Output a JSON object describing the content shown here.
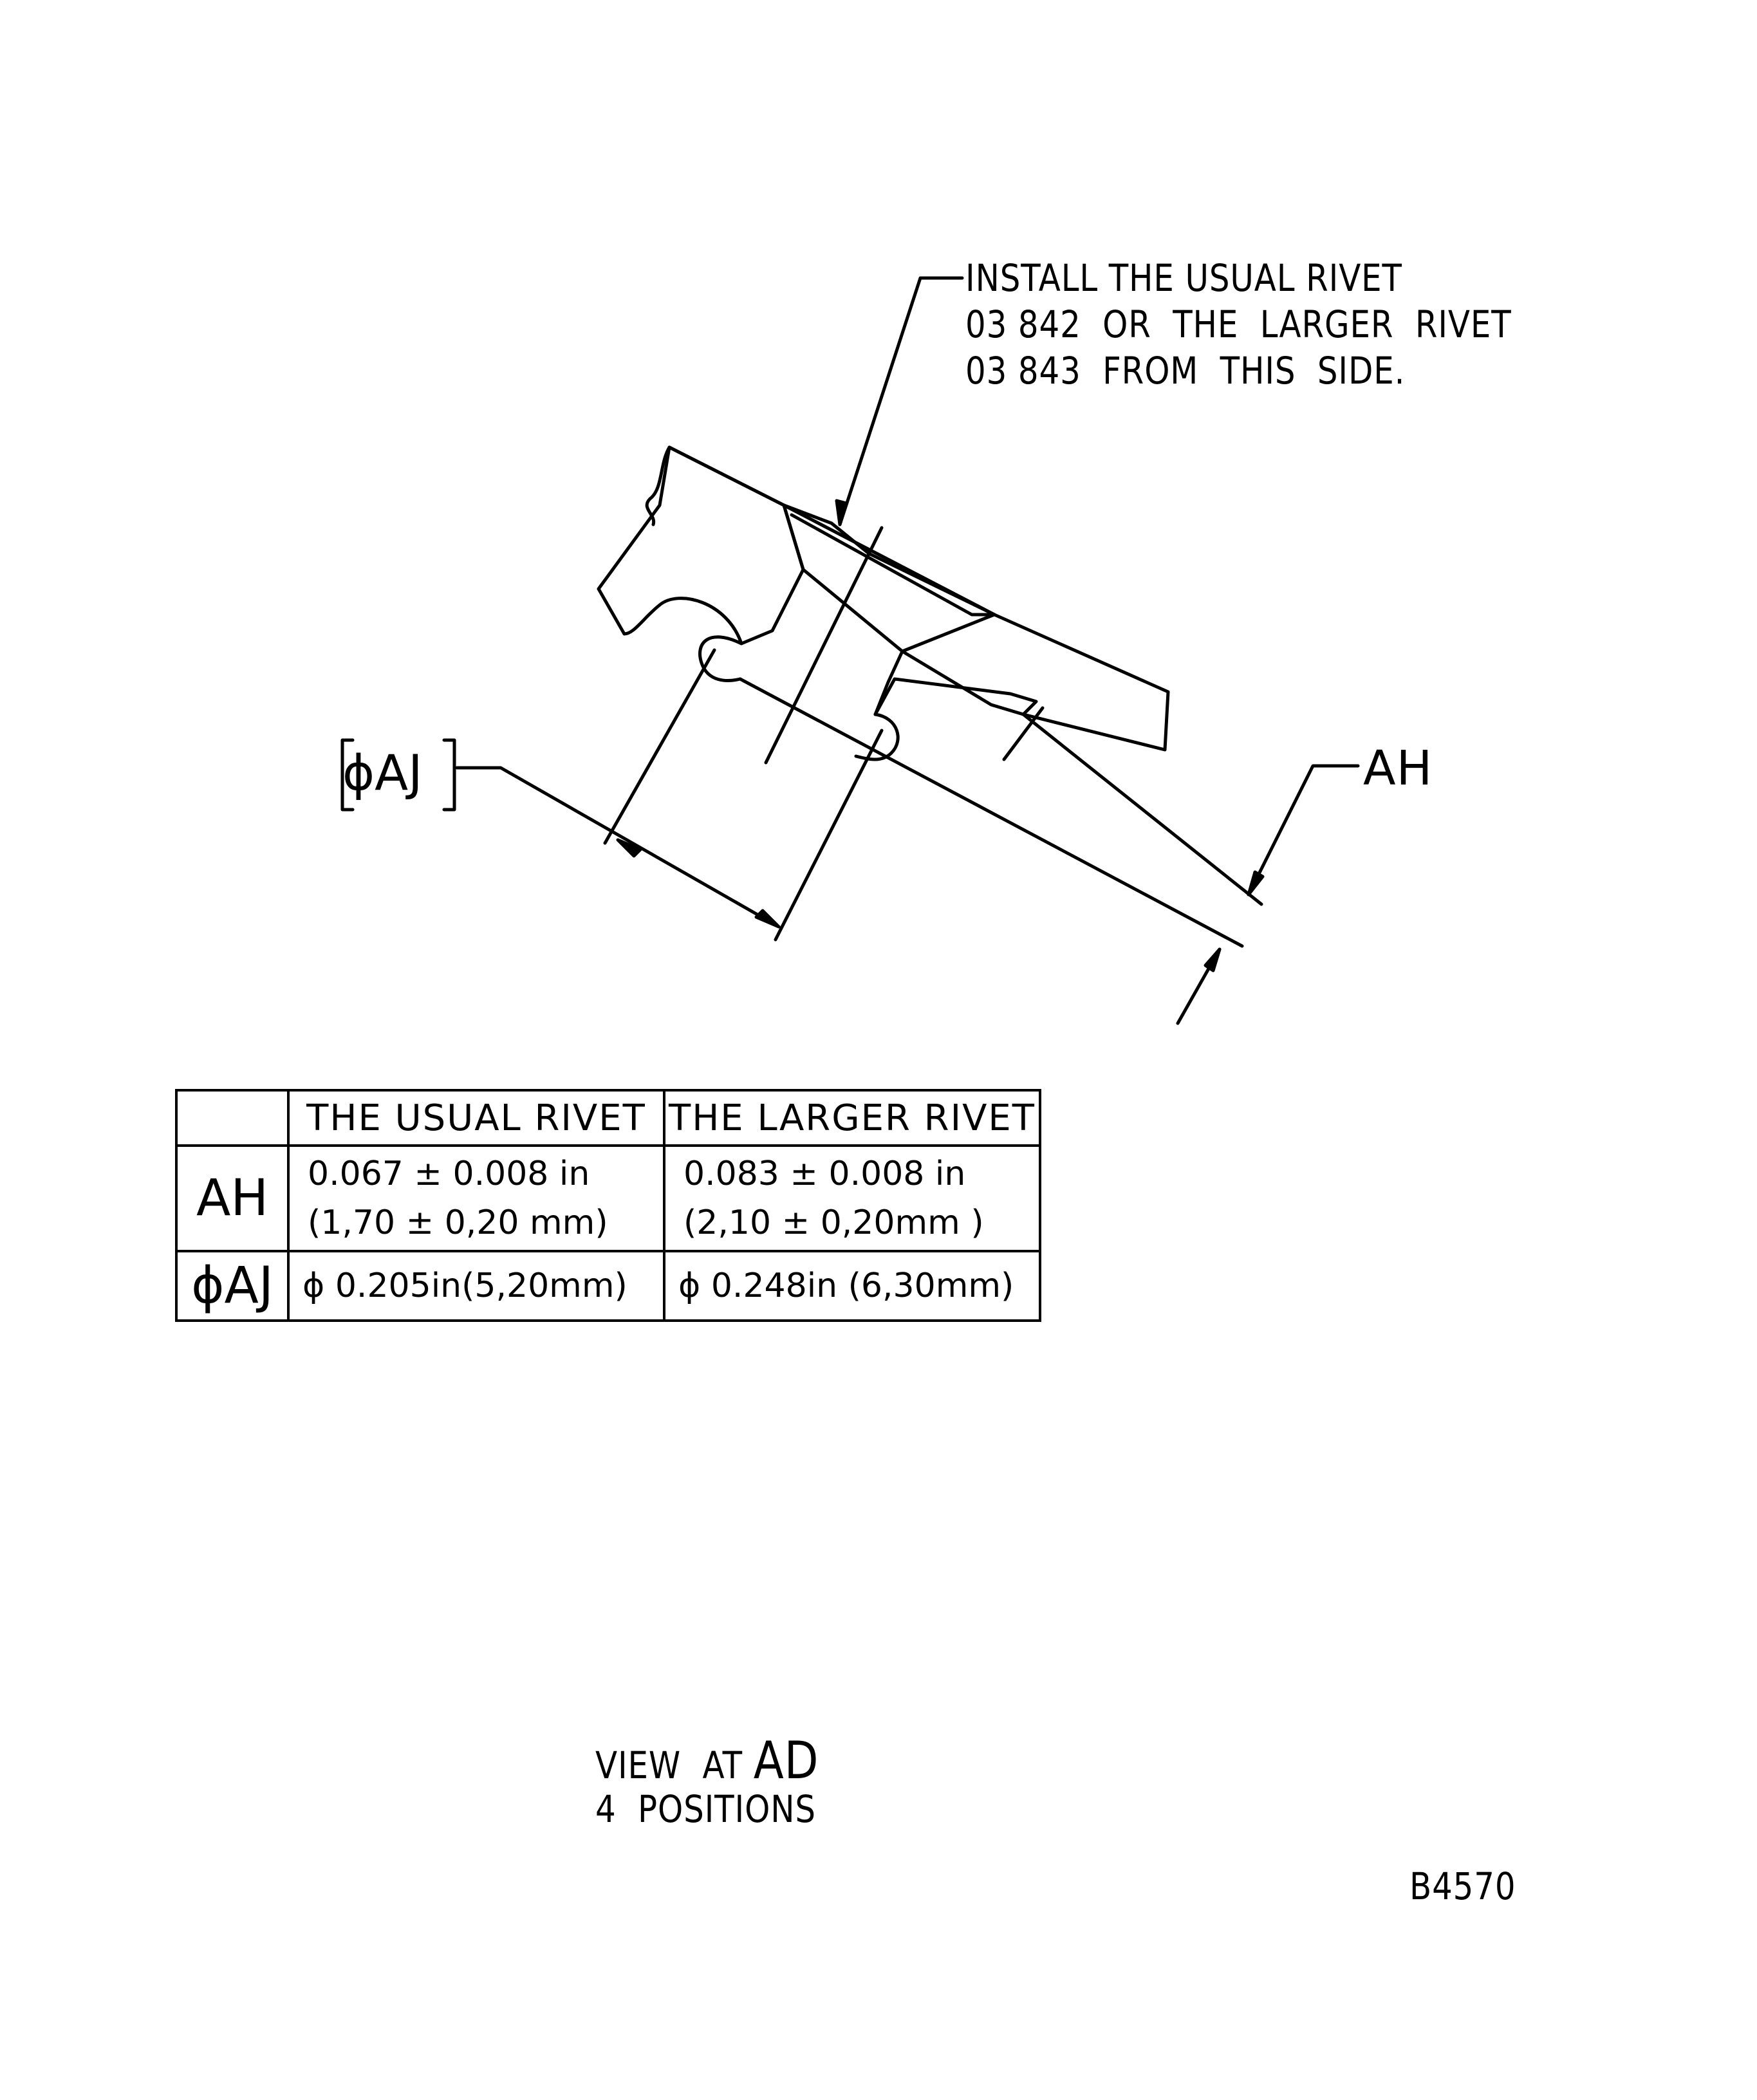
{
  "install_note": {
    "line1": "INSTALL THE USUAL RIVET",
    "line2": "03 842  OR  THE  LARGER  RIVET",
    "line3": "03 843  FROM  THIS  SIDE."
  },
  "callouts": {
    "ah": "AH",
    "aj": "ϕAJ"
  },
  "table": {
    "headers": [
      "",
      "THE  USUAL  RIVET",
      "THE  LARGER  RIVET"
    ],
    "rows": [
      {
        "label": "AH",
        "usual_line1": "0.067 ± 0.008 in",
        "usual_line2": "(1,70 ± 0,20 mm)",
        "larger_line1": "0.083 ± 0.008 in",
        "larger_line2": "(2,10 ± 0,20mm )"
      },
      {
        "label": "ϕAJ",
        "usual": "ϕ 0.205in(5,20mm)",
        "larger": "ϕ 0.248in (6,30mm)"
      }
    ]
  },
  "view": {
    "prefix": "VIEW  AT ",
    "ref": "AD",
    "positions": "4  POSITIONS"
  },
  "drawing_id": "B4570"
}
